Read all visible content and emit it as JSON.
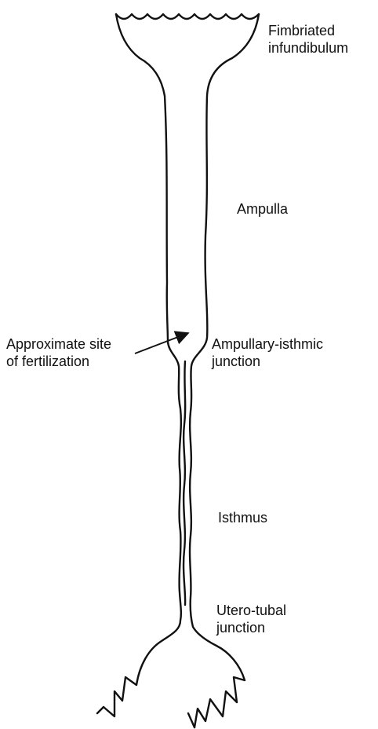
{
  "labels": {
    "fimbriated_infundibulum": [
      "Fimbriated",
      "infundibulum"
    ],
    "ampulla": [
      "Ampulla"
    ],
    "fertilization_site": [
      "Approximate site",
      "of fertilization"
    ],
    "ampullary_isthmic_junction": [
      "Ampullary-isthmic",
      "junction"
    ],
    "isthmus": [
      "Isthmus"
    ],
    "utero_tubal_junction": [
      "Utero-tubal",
      "junction"
    ]
  }
}
